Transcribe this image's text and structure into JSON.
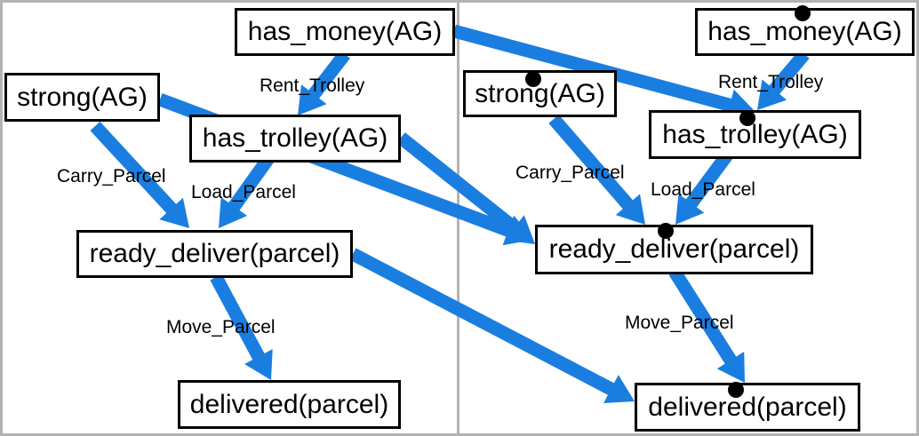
{
  "colors": {
    "edge": "#1a7ee0",
    "node_border": "#000000",
    "panel_border": "#b3b3b3"
  },
  "panels": {
    "left": {
      "nodes": {
        "has_money": "has_money(AG)",
        "strong": "strong(AG)",
        "has_trolley": "has_trolley(AG)",
        "ready_deliver": "ready_deliver(parcel)",
        "delivered": "delivered(parcel)"
      },
      "edge_labels": {
        "rent_trolley": "Rent_Trolley",
        "carry_parcel": "Carry_Parcel",
        "load_parcel": "Load_Parcel",
        "move_parcel": "Move_Parcel"
      }
    },
    "right": {
      "nodes": {
        "has_money": "has_money(AG)",
        "strong": "strong(AG)",
        "has_trolley": "has_trolley(AG)",
        "ready_deliver": "ready_deliver(parcel)",
        "delivered": "delivered(parcel)"
      },
      "edge_labels": {
        "rent_trolley": "Rent_Trolley",
        "carry_parcel": "Carry_Parcel",
        "load_parcel": "Load_Parcel",
        "move_parcel": "Move_Parcel"
      }
    }
  }
}
